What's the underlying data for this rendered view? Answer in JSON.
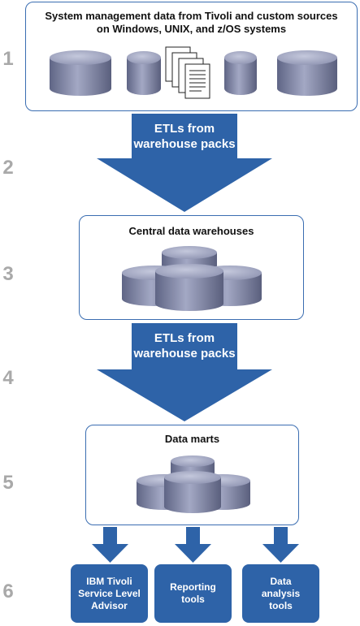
{
  "stages": [
    "1",
    "2",
    "3",
    "4",
    "5",
    "6"
  ],
  "source_box": {
    "title": "System management data from Tivoli and custom sources on Windows, UNIX, and z/OS systems"
  },
  "etl_arrow_1": {
    "label": "ETLs from warehouse packs"
  },
  "central_box": {
    "title": "Central data warehouses"
  },
  "etl_arrow_2": {
    "label": "ETLs from warehouse packs"
  },
  "marts_box": {
    "title": "Data marts"
  },
  "tools": [
    {
      "label": "IBM Tivoli\nService Level\nAdvisor"
    },
    {
      "label": "Reporting\ntools"
    },
    {
      "label": "Data\nanalysis\ntools"
    }
  ],
  "colors": {
    "arrow": "#2e63a8",
    "box_border": "#3a6db1",
    "stage_number": "#a9a9a9",
    "cylinder": "#8a8fad"
  }
}
